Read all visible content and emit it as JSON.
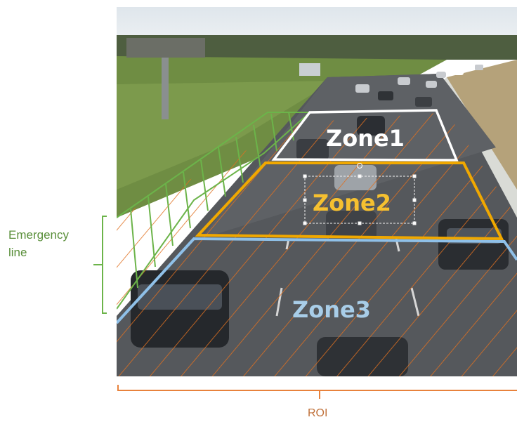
{
  "annotations": {
    "emergency_line": [
      "Emergency",
      "line"
    ],
    "roi": "ROI"
  },
  "zones": {
    "zone1": "Zone1",
    "zone2": "Zone2",
    "zone3": "Zone3"
  },
  "colors": {
    "zone1": "#ffffff",
    "zone2": "#f0a800",
    "zone3": "#8fc0e8",
    "emergency": "#6cb44a",
    "roi": "#e8823c"
  }
}
